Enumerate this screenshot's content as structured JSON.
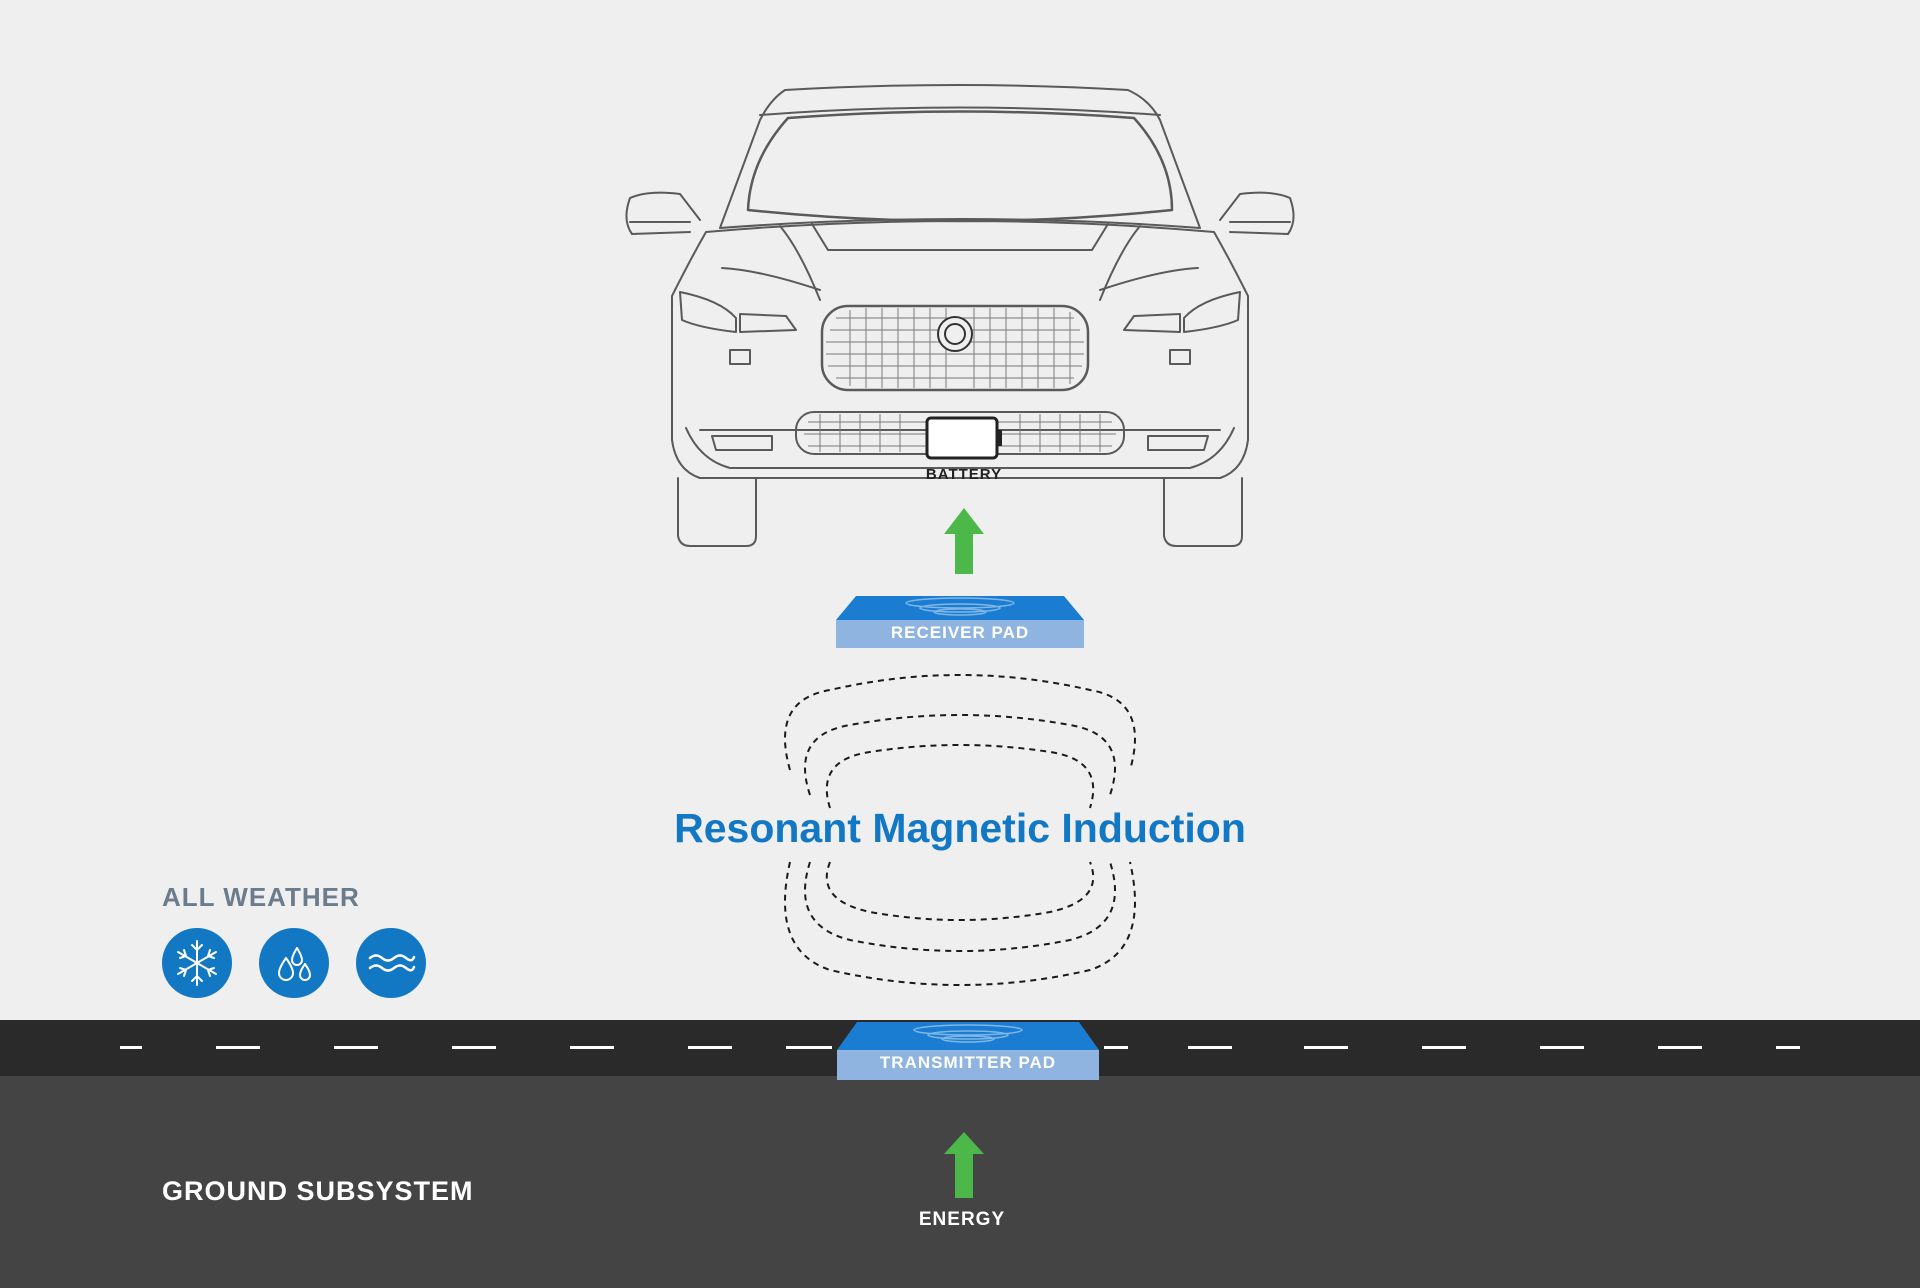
{
  "diagram": {
    "title": "Resonant Magnetic Induction",
    "battery_label": "BATTERY",
    "receiver_pad_label": "RECEIVER PAD",
    "transmitter_pad_label": "TRANSMITTER PAD",
    "energy_label": "ENERGY",
    "ground_label": "GROUND SUBSYSTEM"
  },
  "all_weather": {
    "title": "ALL WEATHER",
    "icons": [
      "snowflake-icon",
      "raindrops-icon",
      "waves-icon"
    ]
  },
  "colors": {
    "background": "#efefef",
    "accent_blue": "#1378c4",
    "pad_light_blue": "#8fb4e0",
    "arrow_green": "#4cb84a",
    "road": "#2a2a2a",
    "ground": "#444444",
    "weather_label": "#6b7c8d"
  }
}
